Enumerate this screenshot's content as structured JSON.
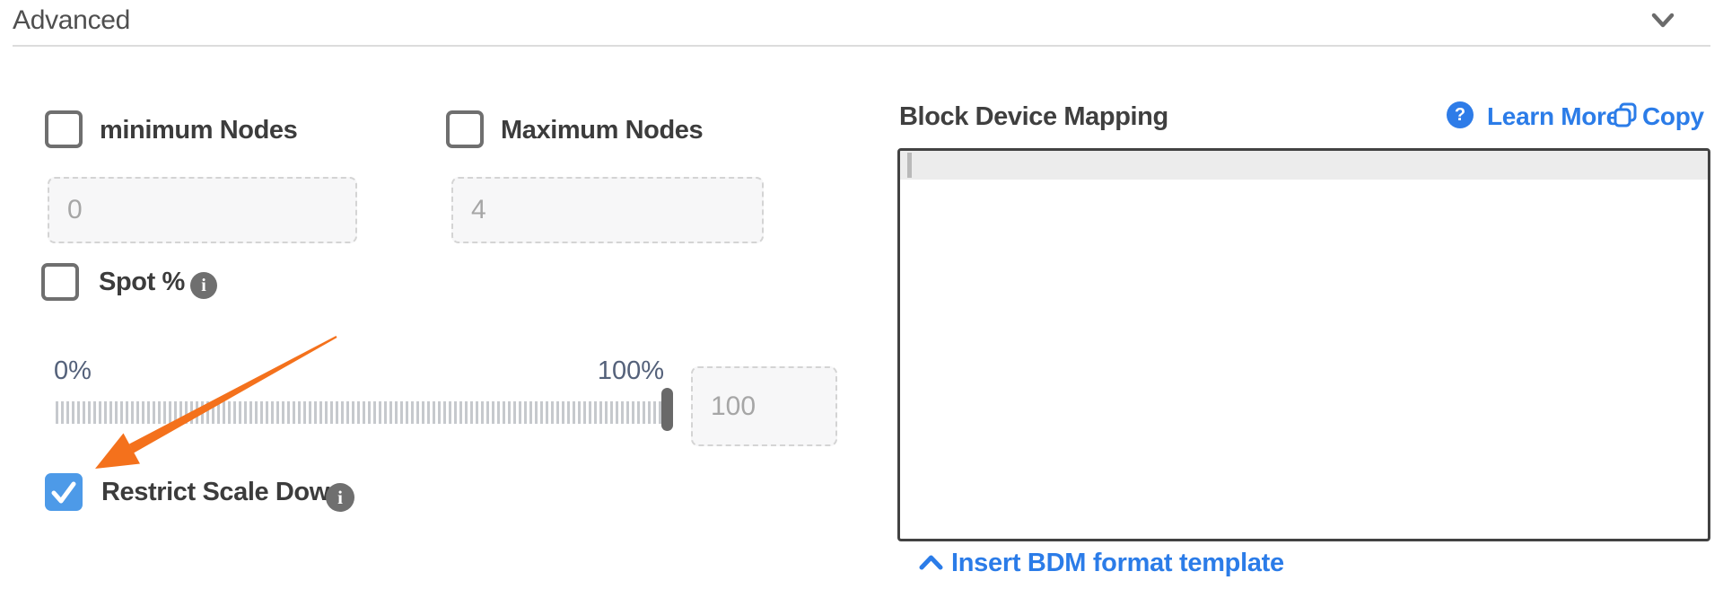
{
  "section": {
    "title": "Advanced"
  },
  "nodes": {
    "min": {
      "label": "minimum Nodes",
      "checked": false,
      "value": "0"
    },
    "max": {
      "label": "Maximum Nodes",
      "checked": false,
      "value": "4"
    }
  },
  "spot": {
    "label": "Spot %",
    "info_glyph": "i"
  },
  "slider": {
    "min_label": "0%",
    "max_label": "100%",
    "value": "100"
  },
  "restrict": {
    "label": "Restrict Scale Down",
    "checked": true,
    "info_glyph": "i"
  },
  "bdm": {
    "title": "Block Device Mapping",
    "help_glyph": "?",
    "learn_more_label": "Learn More",
    "copy_label": "Copy",
    "editor_value": "",
    "insert_template_label": "Insert BDM format template"
  },
  "colors": {
    "link_blue": "#2b7ce8",
    "checkbox_blue": "#4d9ae8",
    "arrow_orange": "#f4711c",
    "checkbox_border_gray": "#6f6f6f",
    "divider_gray": "#dcdcdc",
    "editor_border": "#424242",
    "active_line_gray": "#ececec"
  }
}
